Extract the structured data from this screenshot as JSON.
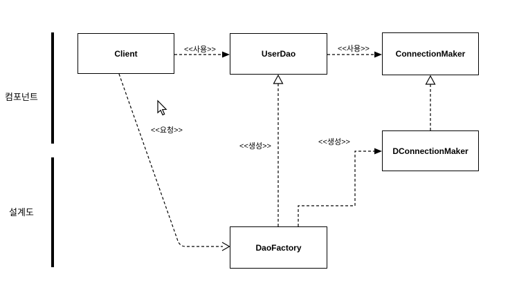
{
  "canvas": {
    "background": "#ffffff",
    "stroke_color": "#000000"
  },
  "section_labels": [
    {
      "id": "components",
      "text": "컴포넌트"
    },
    {
      "id": "blueprint",
      "text": "설계도"
    }
  ],
  "classes": [
    {
      "id": "client",
      "label": "Client"
    },
    {
      "id": "userdao",
      "label": "UserDao"
    },
    {
      "id": "connectionmaker",
      "label": "ConnectionMaker"
    },
    {
      "id": "dconnectionmaker",
      "label": "DConnectionMaker"
    },
    {
      "id": "daofactory",
      "label": "DaoFactory"
    }
  ],
  "relationships": [
    {
      "id": "client-uses-userdao",
      "from": "Client",
      "to": "UserDao",
      "label": "<<사용>>",
      "line": "dashed",
      "arrowhead": "filled-triangle"
    },
    {
      "id": "userdao-uses-connectionmaker",
      "from": "UserDao",
      "to": "ConnectionMaker",
      "label": "<<사용>>",
      "line": "dashed",
      "arrowhead": "filled-triangle"
    },
    {
      "id": "client-requests-daofactory",
      "from": "Client",
      "to": "DaoFactory",
      "label": "<<요청>>",
      "line": "dashed",
      "arrowhead": "open-arrow"
    },
    {
      "id": "daofactory-creates-userdao",
      "from": "DaoFactory",
      "to": "UserDao",
      "label": "<<생성>>",
      "line": "dashed",
      "arrowhead": "hollow-triangle"
    },
    {
      "id": "daofactory-creates-dconnectionmaker",
      "from": "DaoFactory",
      "to": "DConnectionMaker",
      "label": "<<생성>>",
      "line": "dashed",
      "arrowhead": "filled-triangle"
    },
    {
      "id": "dconnectionmaker-implements-connectionmaker",
      "from": "DConnectionMaker",
      "to": "ConnectionMaker",
      "label": "",
      "line": "dashed",
      "arrowhead": "hollow-triangle"
    }
  ],
  "cursor": {
    "type": "arrow-pointer"
  }
}
